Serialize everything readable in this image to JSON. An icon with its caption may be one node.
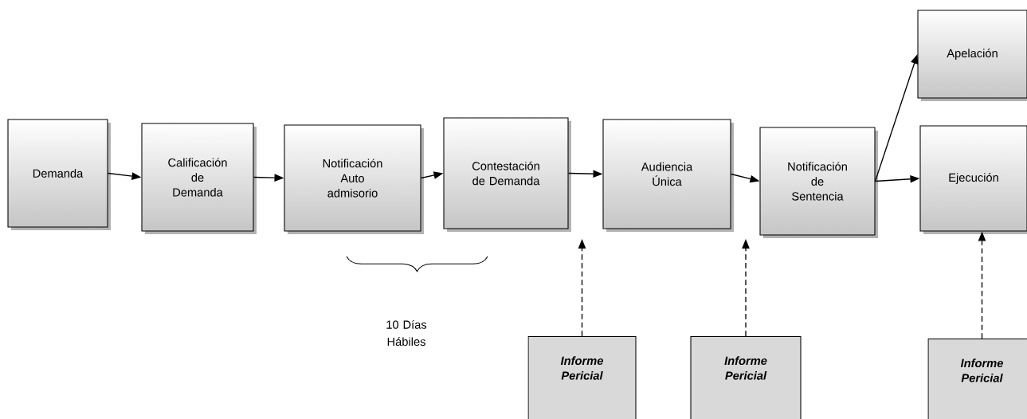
{
  "diagram": {
    "nodes": [
      {
        "text": [
          "Demanda"
        ]
      },
      {
        "text": [
          "Calificación de Demanda"
        ]
      },
      {
        "text": [
          "Notificación Auto admisorio"
        ]
      },
      {
        "text": [
          "Contestación de Demanda"
        ]
      },
      {
        "text": [
          "Audiencia Única"
        ]
      },
      {
        "text": [
          "Notificación de Sentencia"
        ]
      },
      {
        "text": [
          "Apelación"
        ]
      },
      {
        "text": [
          "Ejecución"
        ]
      },
      {
        "text": [
          "Informe Pericial"
        ]
      },
      {
        "text": [
          "Informe Pericial"
        ]
      },
      {
        "text": [
          "Informe Pericial"
        ]
      }
    ],
    "edges": [
      {
        "from": 0,
        "to": 1,
        "arrow": "to"
      },
      {
        "from": 1,
        "to": 2,
        "arrow": "to"
      },
      {
        "from": 2,
        "to": 3,
        "arrow": "to"
      },
      {
        "from": 3,
        "to": 4,
        "arrow": "to"
      },
      {
        "from": 4,
        "to": 5,
        "arrow": "to"
      },
      {
        "from": 5,
        "to": 6,
        "arrow": "to"
      },
      {
        "from": 5,
        "to": 7,
        "arrow": "to"
      },
      {
        "from": 8,
        "to": null,
        "arrow": "to",
        "style": "dashed"
      },
      {
        "from": 9,
        "to": null,
        "arrow": "to",
        "style": "dashed"
      },
      {
        "from": 10,
        "to": 7,
        "arrow": "to",
        "style": "dashed"
      }
    ],
    "labels": [
      "10 Días Hábiles"
    ]
  }
}
